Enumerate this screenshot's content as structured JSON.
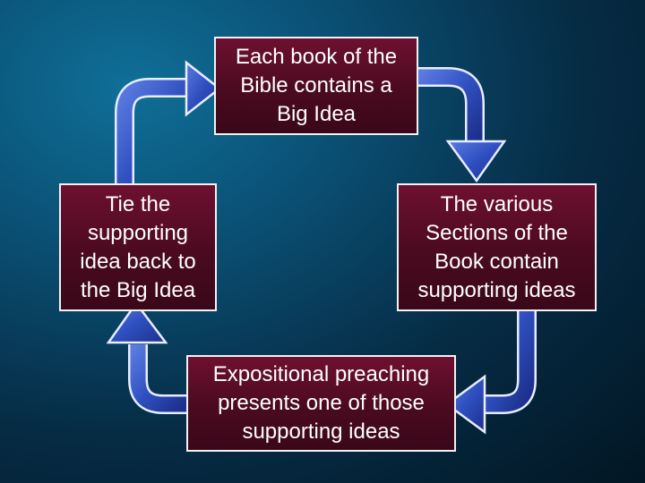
{
  "diagram": {
    "nodes": [
      {
        "id": "top",
        "label": "Each book of the\nBible contains a\nBig Idea"
      },
      {
        "id": "right",
        "label": "The various\nSections of the\nBook contain\nsupporting ideas"
      },
      {
        "id": "bottom",
        "label": "Expositional preaching\npresents one of those\nsupporting ideas"
      },
      {
        "id": "left",
        "label": "Tie the\nsupporting\nidea back to\nthe Big Idea"
      }
    ],
    "edges": [
      {
        "from": "top",
        "to": "right"
      },
      {
        "from": "right",
        "to": "bottom"
      },
      {
        "from": "bottom",
        "to": "left"
      },
      {
        "from": "left",
        "to": "top"
      }
    ]
  },
  "colors": {
    "box_fill": "#5a0c26",
    "box_border": "#f2f2f2",
    "arrow_fill": "#2f4fc0",
    "arrow_border": "#e8ecff",
    "text": "#ffffff"
  }
}
